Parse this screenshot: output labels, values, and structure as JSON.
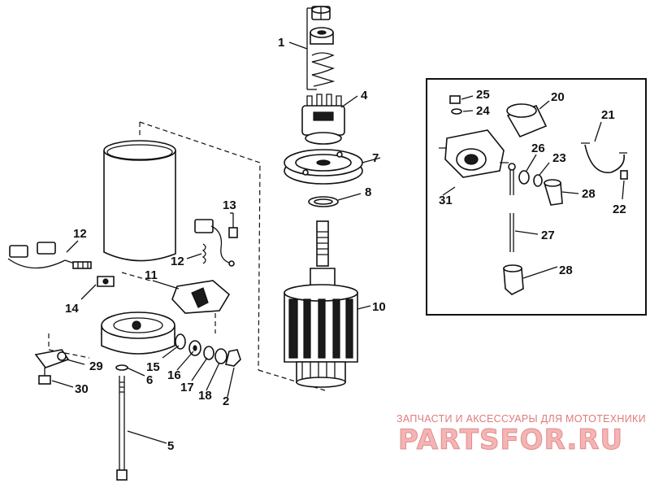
{
  "labels": {
    "p1": "1",
    "p2": "2",
    "p4": "4",
    "p5": "5",
    "p6": "6",
    "p7": "7",
    "p8": "8",
    "p10": "10",
    "p11": "11",
    "p12a": "12",
    "p12b": "12",
    "p13": "13",
    "p14": "14",
    "p15": "15",
    "p16": "16",
    "p17": "17",
    "p18": "18",
    "p20": "20",
    "p21": "21",
    "p22": "22",
    "p23": "23",
    "p24": "24",
    "p25": "25",
    "p26": "26",
    "p27": "27",
    "p28a": "28",
    "p28b": "28",
    "p29": "29",
    "p30": "30",
    "p31": "31"
  },
  "watermark": {
    "caption": "ЗАПЧАСТИ И АКСЕССУАРЫ ДЛЯ МОТОТЕХНИКИ",
    "brand": "PARTSFOR.RU"
  }
}
